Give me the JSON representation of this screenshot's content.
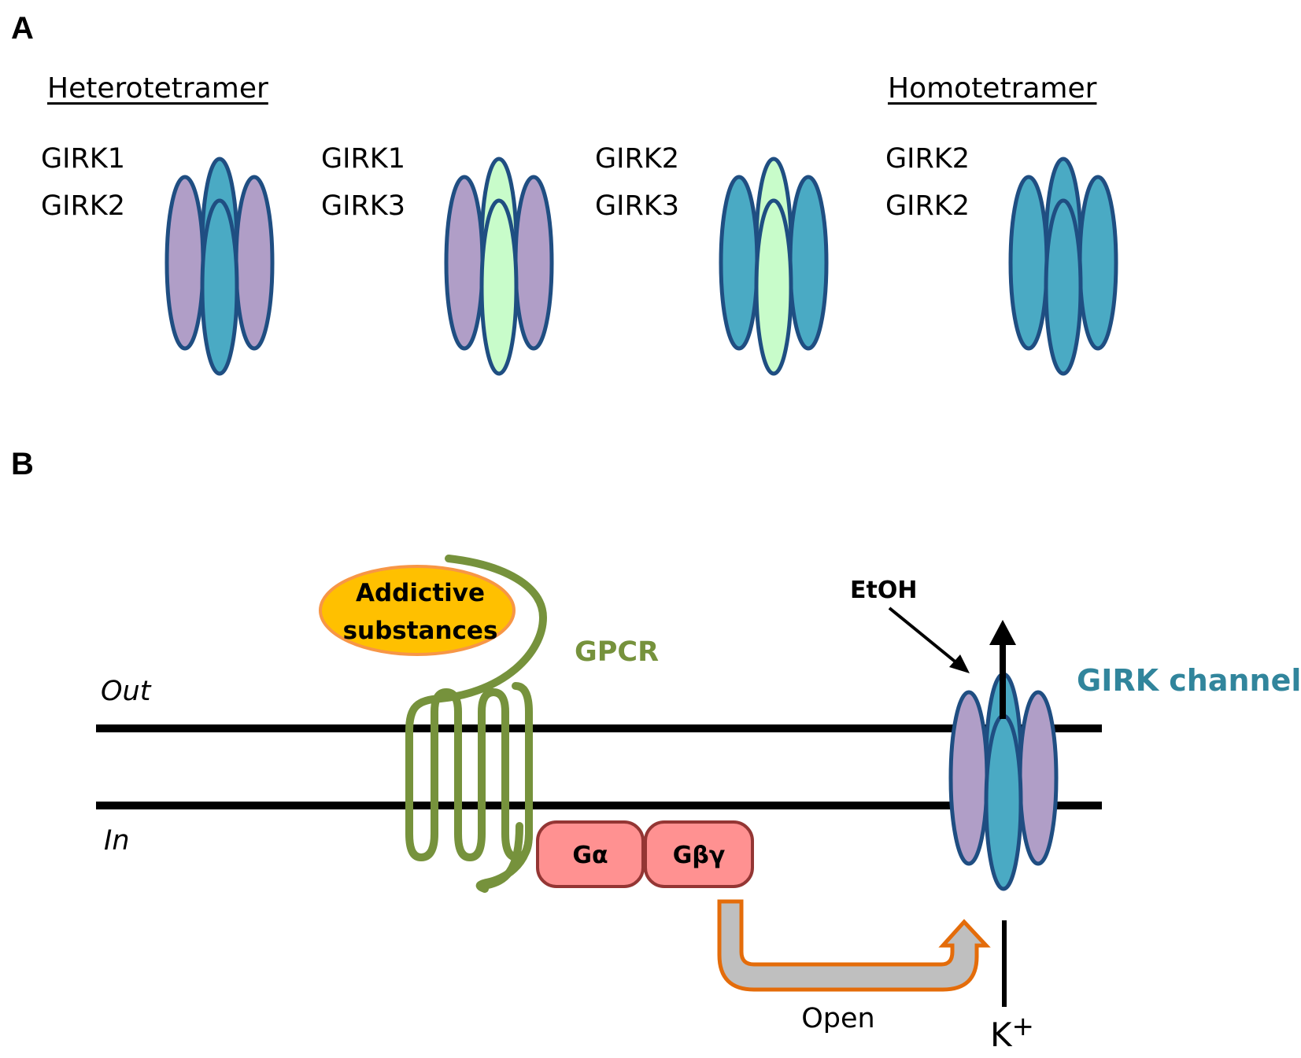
{
  "panel_a": {
    "letter": "A",
    "group_titles": {
      "hetero": "Heterotetramer",
      "homo": "Homotetramer"
    },
    "channels": [
      {
        "subunits": [
          "GIRK1",
          "GIRK2"
        ],
        "side_color": "#b09ec7",
        "center_color": "#4aaac4"
      },
      {
        "subunits": [
          "GIRK1",
          "GIRK3"
        ],
        "side_color": "#b09ec7",
        "center_color": "#c8fcca"
      },
      {
        "subunits": [
          "GIRK2",
          "GIRK3"
        ],
        "side_color": "#4aaac4",
        "center_color": "#c8fcca"
      },
      {
        "subunits": [
          "GIRK2",
          "GIRK2"
        ],
        "side_color": "#4aaac4",
        "center_color": "#4aaac4"
      }
    ]
  },
  "panel_b": {
    "letter": "B",
    "out_label": "Out",
    "in_label": "In",
    "ligand_label_line1": "Addictive",
    "ligand_label_line2": "substances",
    "gpcr_label": "GPCR",
    "g_alpha_label": "Gα",
    "g_betagamma_label": "Gβγ",
    "etoh_label": "EtOH",
    "girk_channel_label": "GIRK channel",
    "open_label": "Open",
    "ion_label": "K",
    "ion_charge": "+",
    "channel": {
      "side_color": "#b09ec7",
      "center_color": "#4aaac4"
    }
  },
  "colors": {
    "outline_blue": "#1f4e82",
    "gpcr_green": "#76923c",
    "ligand_fill": "#ffc000",
    "ligand_stroke": "#f79646",
    "gprotein_fill": "#ff9191",
    "gprotein_stroke": "#943634",
    "open_arrow_fill": "#bfbfbf",
    "open_arrow_stroke": "#e46c0a",
    "girk_label_color": "#31859c"
  }
}
